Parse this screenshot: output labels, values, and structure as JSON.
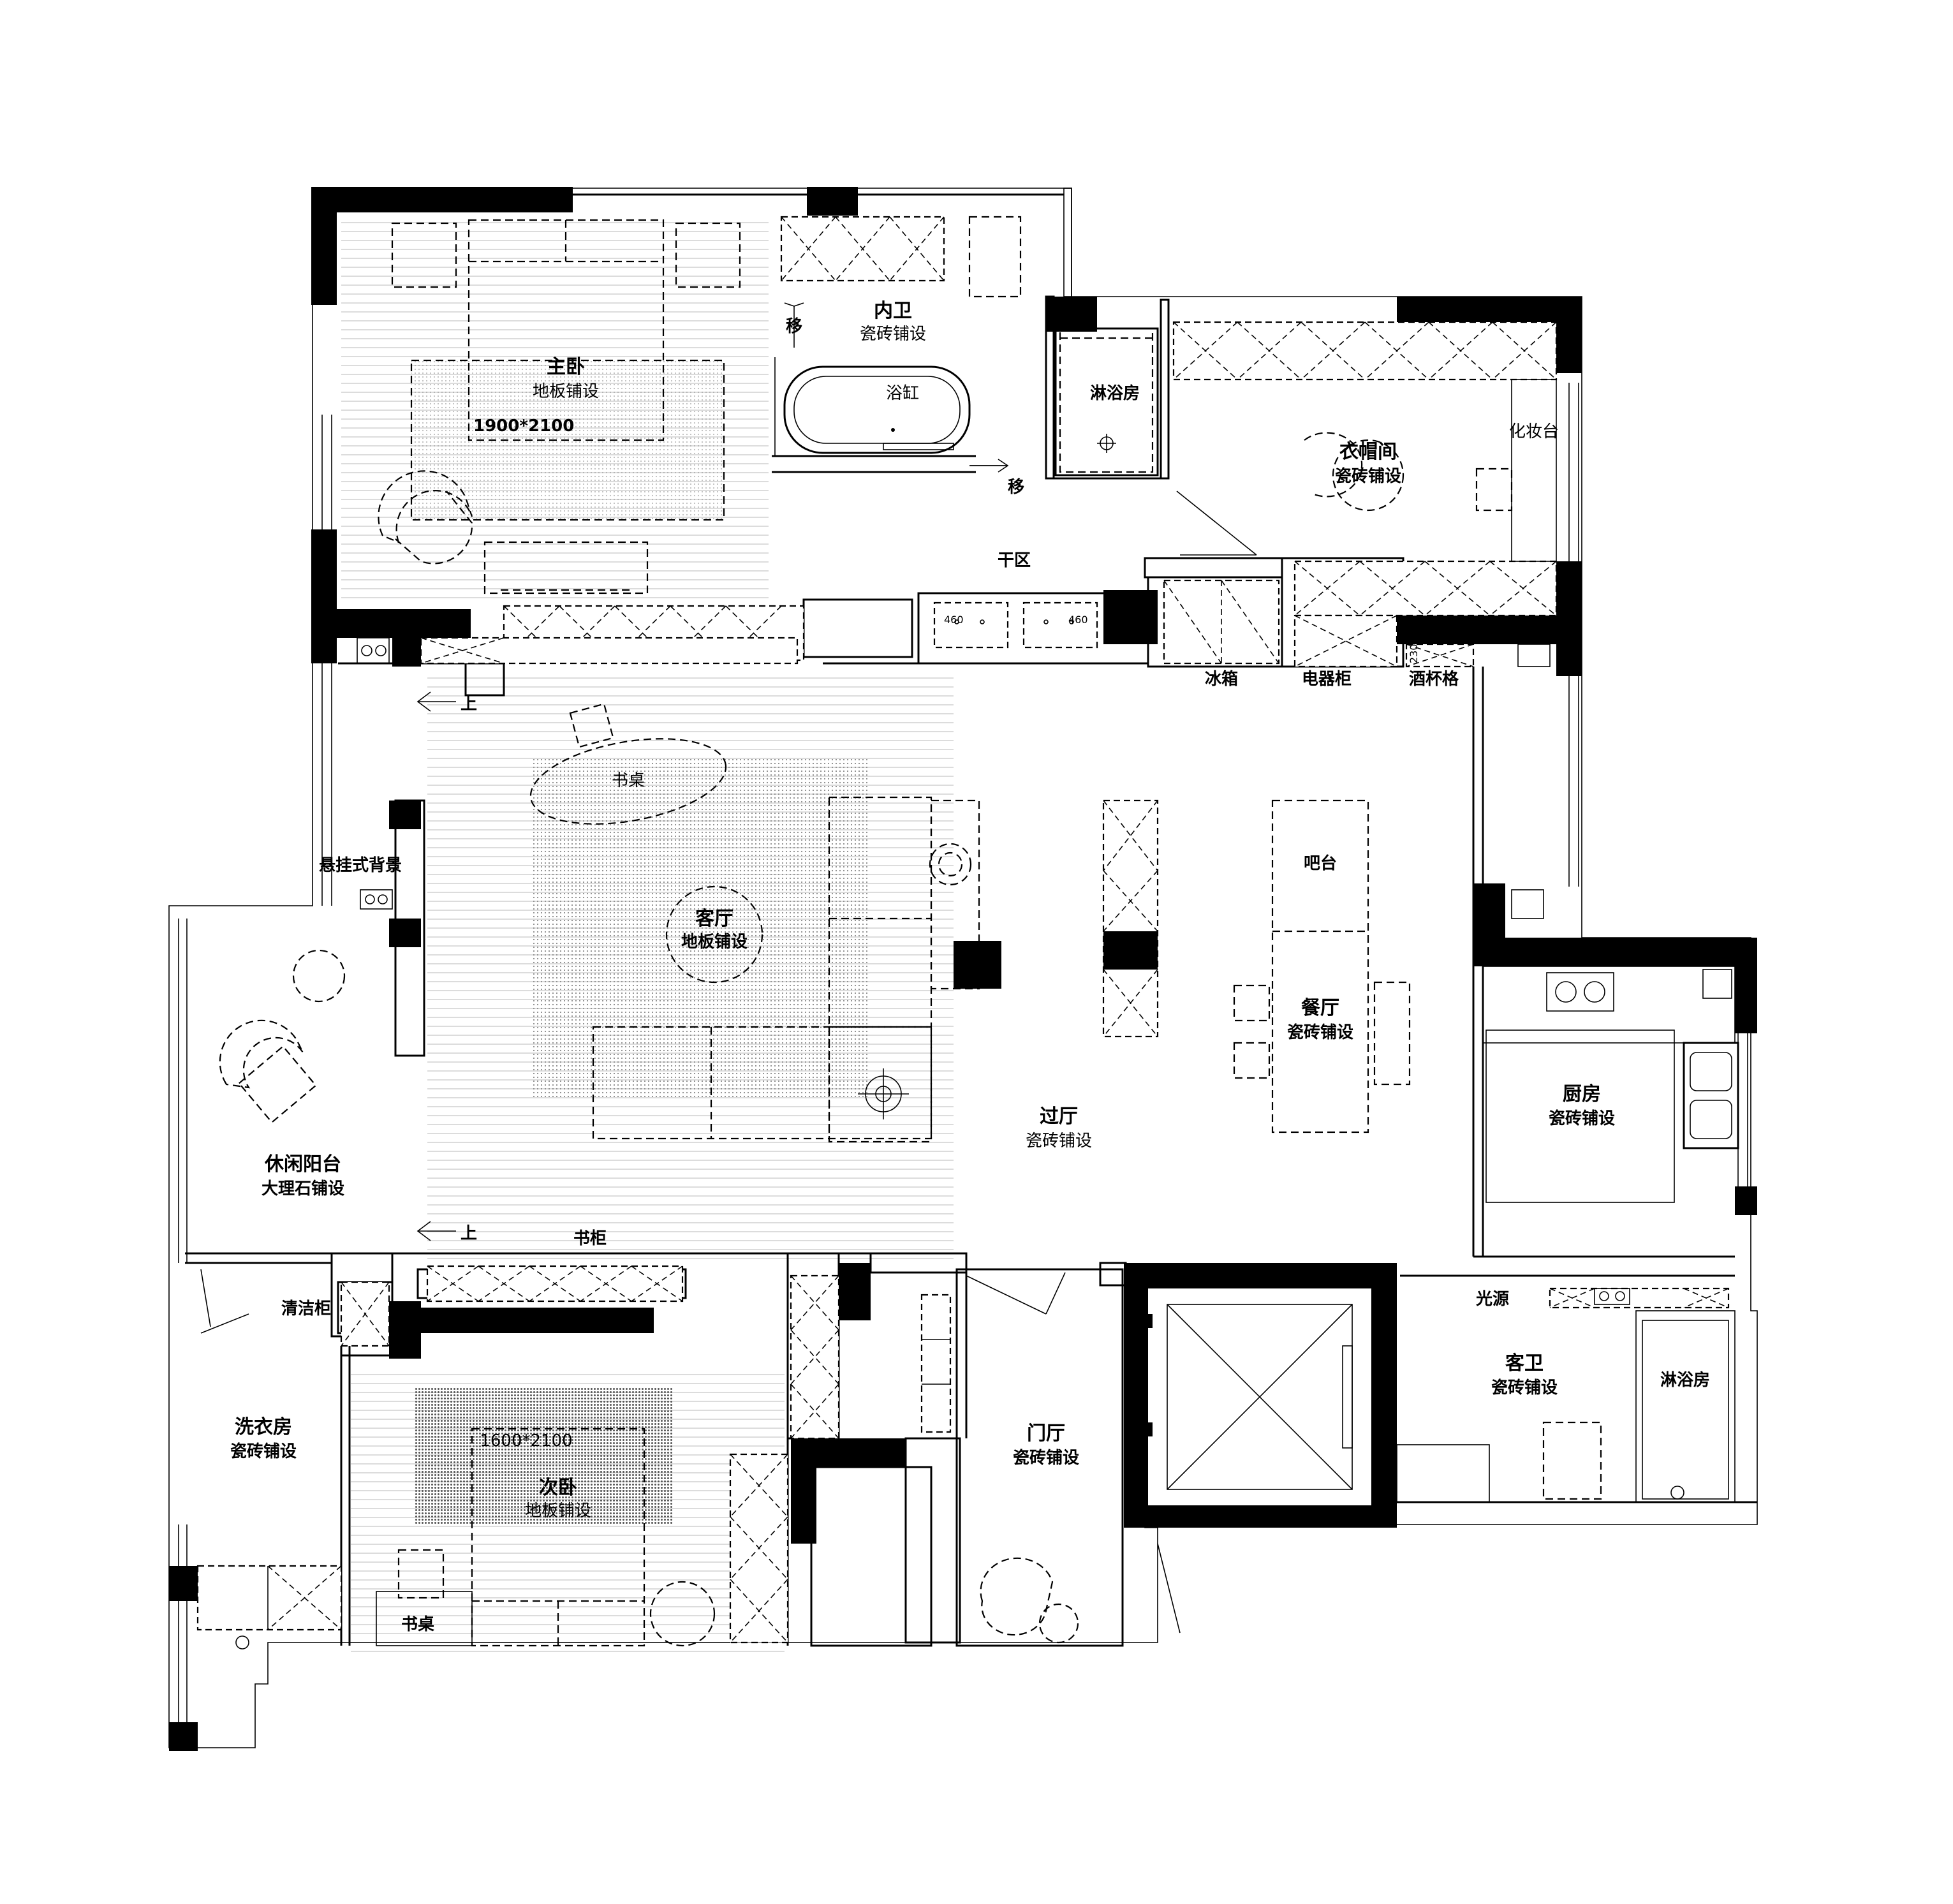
{
  "rooms": {
    "master_bedroom": {
      "name": "主卧",
      "floor": "地板铺设",
      "bed_size": "1900*2100"
    },
    "ensuite_bath": {
      "name": "内卫",
      "floor": "瓷砖铺设",
      "tub": "浴缸",
      "move_1": "移",
      "move_2": "移"
    },
    "shower_master": {
      "name": "淋浴房"
    },
    "walk_in_closet": {
      "name": "衣帽间",
      "floor": "瓷砖铺设",
      "vanity": "化妆台"
    },
    "dry_area": {
      "name": "干区",
      "sink_w1": "460",
      "sink_w2": "460"
    },
    "living_room": {
      "name": "客厅",
      "floor": "地板铺设",
      "desk": "书桌",
      "step_up_1": "上",
      "step_up_2": "上"
    },
    "hallway": {
      "name": "过厅",
      "floor": "瓷砖铺设"
    },
    "dining_room": {
      "name": "餐厅",
      "floor": "瓷砖铺设",
      "bar": "吧台"
    },
    "kitchen": {
      "name": "厨房",
      "floor": "瓷砖铺设"
    },
    "leisure_balcony": {
      "name": "休闲阳台",
      "floor": "大理石铺设"
    },
    "laundry": {
      "name": "洗衣房",
      "floor": "瓷砖铺设",
      "cleaning_cabinet": "清洁柜"
    },
    "second_bedroom": {
      "name": "次卧",
      "floor": "地板铺设",
      "bed_size": "1600*2100",
      "desk": "书桌"
    },
    "foyer": {
      "name": "门厅",
      "floor": "瓷砖铺设"
    },
    "guest_bath": {
      "name": "客卫",
      "floor": "瓷砖铺设",
      "shower": "淋浴房",
      "light": "光源"
    }
  },
  "fixtures": {
    "fridge": "冰箱",
    "appliance_cabinet": "电器柜",
    "wine_glass_rack": "酒杯格",
    "rack_depth": "230",
    "hanging_backdrop": "悬挂式背景",
    "bookcase": "书柜"
  }
}
